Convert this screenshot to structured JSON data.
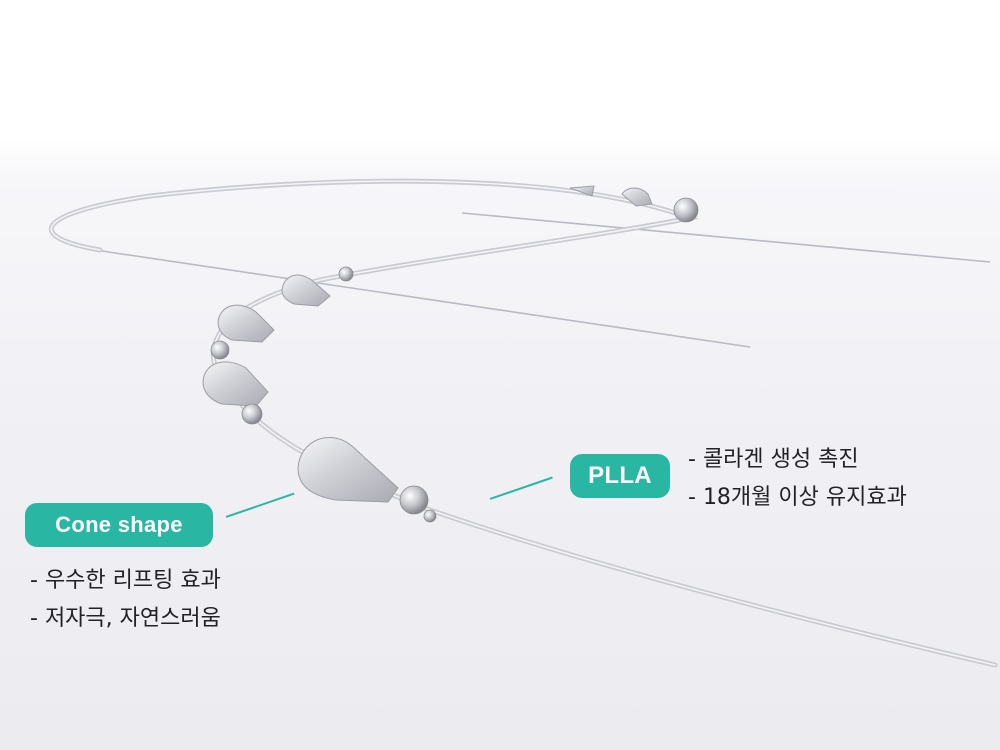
{
  "colors": {
    "accent": "#29b7a3",
    "text": "#222226",
    "background": "#f1f1f5"
  },
  "labels": {
    "cone": {
      "badge": "Cone shape",
      "features": [
        "우수한 리프팅 효과",
        "저자극, 자연스러움"
      ]
    },
    "plla": {
      "badge": "PLLA",
      "features": [
        "콜라겐 생성 촉진",
        "18개월 이상 유지효과"
      ]
    }
  }
}
